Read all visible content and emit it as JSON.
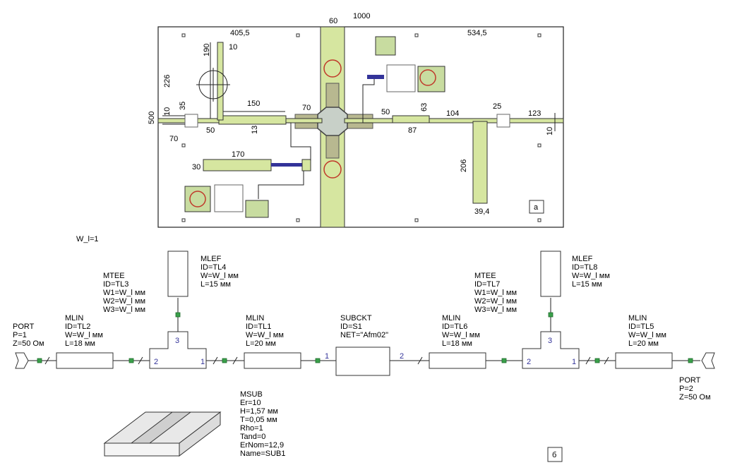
{
  "layout": {
    "dims": {
      "total": "1000",
      "center_width": "60",
      "left_width": "405,5",
      "right_width": "534,5",
      "height": "500",
      "stub_top_len": "190",
      "stub_top_w": "10",
      "stub_top_h": "226",
      "left_feed_w": "10",
      "left_feed_gap": "35",
      "left_feed_off": "70",
      "left_seg_len": "50",
      "mid_seg_len": "150",
      "mid_seg_w": "13",
      "center_arm": "70",
      "right_arm": "50",
      "right_seg_len": "87",
      "right_seg_w": "63",
      "right_line_len": "104",
      "right_gap": "25",
      "right_end_len": "123",
      "right_end_w": "10",
      "open_stub_len": "170",
      "open_stub_w": "30",
      "vert_stub_len": "206",
      "vert_stub_w": "39,4"
    },
    "label": "а"
  },
  "schematic": {
    "param": "W_l=1",
    "port1": {
      "title": "PORT",
      "p": "P=1",
      "z": "Z=50 Ом"
    },
    "port2": {
      "title": "PORT",
      "p": "P=2",
      "z": "Z=50 Ом"
    },
    "tl2": {
      "title": "MLIN",
      "id": "ID=TL2",
      "w": "W=W_l мм",
      "l": "L=18 мм"
    },
    "tl3": {
      "title": "MTEE",
      "id": "ID=TL3",
      "w1": "W1=W_l мм",
      "w2": "W2=W_l мм",
      "w3": "W3=W_l мм",
      "n1": "1",
      "n2": "2",
      "n3": "3"
    },
    "tl4": {
      "title": "MLEF",
      "id": "ID=TL4",
      "w": "W=W_l мм",
      "l": "L=15 мм"
    },
    "tl1": {
      "title": "MLIN",
      "id": "ID=TL1",
      "w": "W=W_l мм",
      "l": "L=20 мм"
    },
    "s1": {
      "title": "SUBCKT",
      "id": "ID=S1",
      "net": "NET=\"Afm02\"",
      "n1": "1",
      "n2": "2"
    },
    "tl6": {
      "title": "MLIN",
      "id": "ID=TL6",
      "w": "W=W_l мм",
      "l": "L=18 мм"
    },
    "tl7": {
      "title": "MTEE",
      "id": "ID=TL7",
      "w1": "W1=W_l мм",
      "w2": "W2=W_l мм",
      "w3": "W3=W_l мм",
      "n1": "1",
      "n2": "2",
      "n3": "3"
    },
    "tl8": {
      "title": "MLEF",
      "id": "ID=TL8",
      "w": "W=W_l мм",
      "l": "L=15 мм"
    },
    "tl5": {
      "title": "MLIN",
      "id": "ID=TL5",
      "w": "W=W_l мм",
      "l": "L=20 мм"
    },
    "msub": {
      "title": "MSUB",
      "er": "Er=10",
      "h": "H=1,57 мм",
      "t": "T=0,05 мм",
      "rho": "Rho=1",
      "tand": "Tand=0",
      "ernom": "ErNom=12,9",
      "name": "Name=SUB1"
    },
    "label": "б"
  }
}
